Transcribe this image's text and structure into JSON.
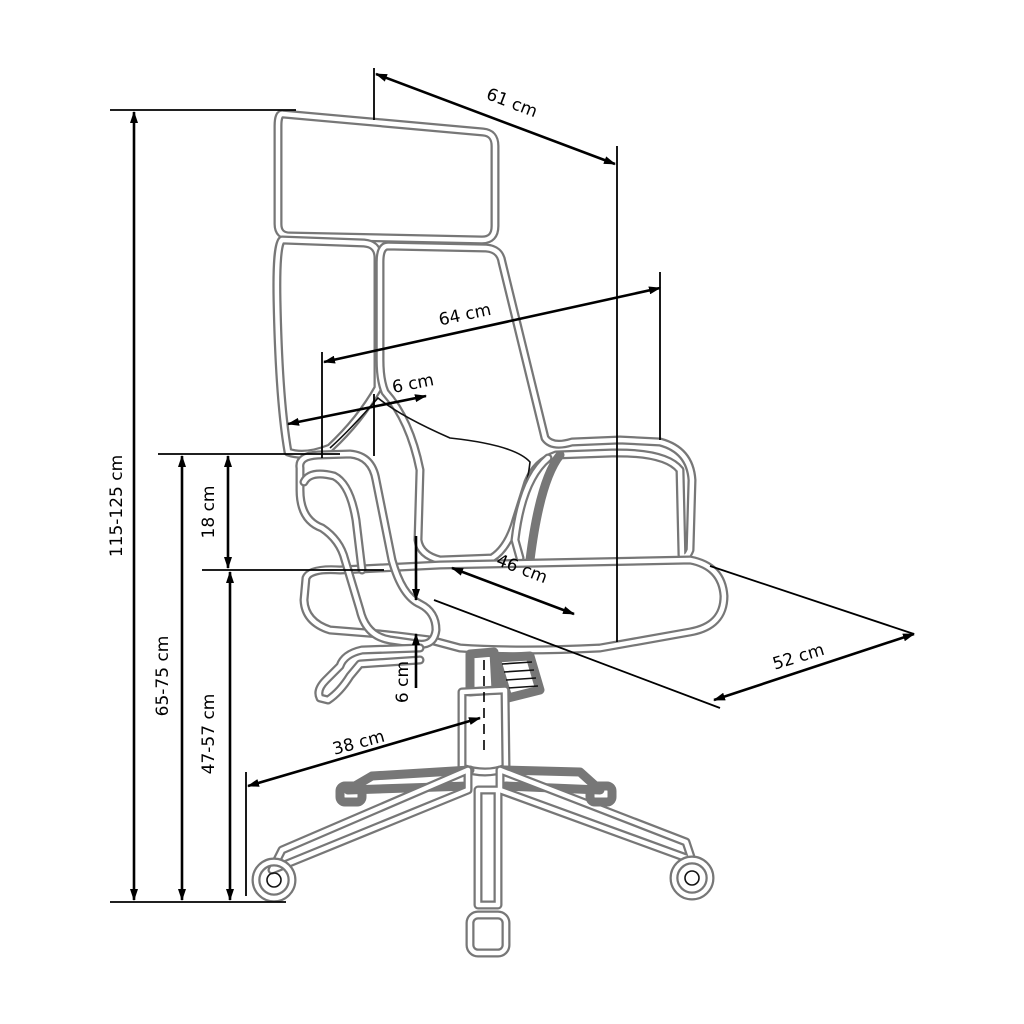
{
  "colors": {
    "outline": "#777777",
    "dimension": "#000000",
    "background": "#ffffff"
  },
  "dimensions": {
    "top_depth": "61 cm",
    "arm_width": "64 cm",
    "arm_pad": "6 cm",
    "armrest_height": "18 cm",
    "seat_depth": "46 cm",
    "total_height": "115-125 cm",
    "arm_height": "65-75 cm",
    "seat_height": "47-57 cm",
    "seat_width": "52 cm",
    "seat_thickness": "6 cm",
    "base_radius": "38 cm"
  }
}
